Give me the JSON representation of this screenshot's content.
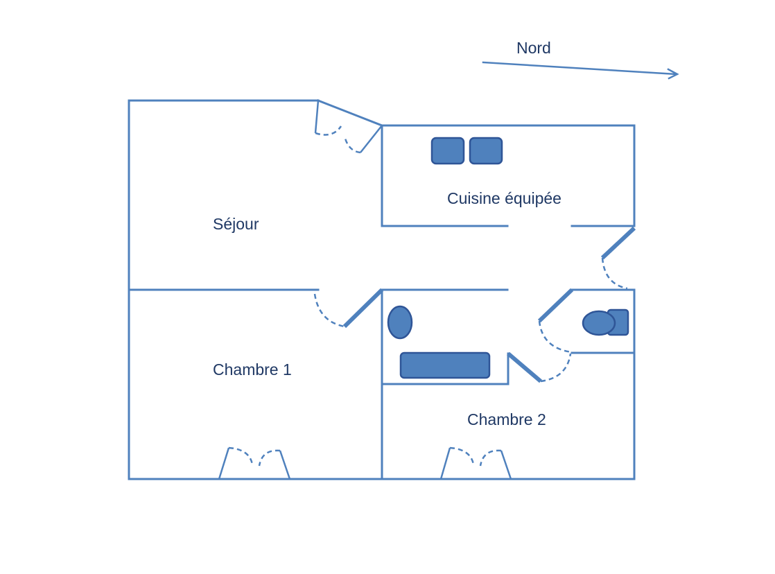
{
  "compass": {
    "label": "Nord"
  },
  "rooms": {
    "sejour": "Séjour",
    "cuisine": "Cuisine équipée",
    "chambre1": "Chambre 1",
    "chambre2": "Chambre 2"
  },
  "colors": {
    "wall": "#4f81bd",
    "fixture_fill": "#4f81bd",
    "fixture_stroke": "#2f5597",
    "text": "#1f3864"
  }
}
